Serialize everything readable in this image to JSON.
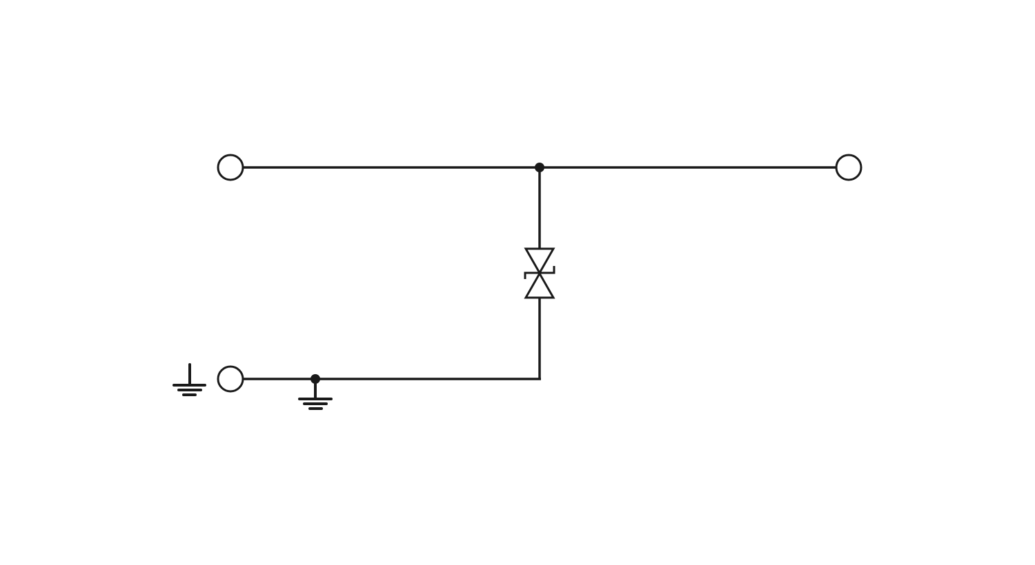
{
  "diagram": {
    "type": "circuit-schematic",
    "line_color": "#1a1a1a",
    "background": "#ffffff",
    "components": [
      {
        "name": "terminal-top-left",
        "kind": "terminal"
      },
      {
        "name": "terminal-top-right",
        "kind": "terminal"
      },
      {
        "name": "terminal-bottom-left",
        "kind": "terminal"
      },
      {
        "name": "tvs-diode",
        "kind": "bidirectional suppressor diode"
      },
      {
        "name": "earth-ground-terminal",
        "kind": "ground symbol"
      },
      {
        "name": "earth-ground-node",
        "kind": "ground symbol"
      },
      {
        "name": "junction-top",
        "kind": "junction dot"
      },
      {
        "name": "junction-bottom",
        "kind": "junction dot"
      }
    ]
  }
}
